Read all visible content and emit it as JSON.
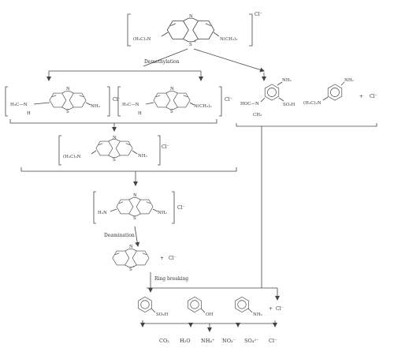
{
  "diagram": {
    "methylene_blue": {
      "left_group": "(H₃C)₂N",
      "right_group": "N(CH₃)₂",
      "ring_N": "N",
      "ring_S": "S",
      "plus": "+",
      "counterion": "Cl⁻"
    },
    "steps": {
      "demethylation": "Demethylation",
      "deamination": "Deamination",
      "ring_breaking": "Ring breaking"
    },
    "demethyl_a": {
      "left_group": "H₃C—N",
      "left_h": "H",
      "right_group": "NH₂",
      "ring_N": "N",
      "ring_S": "S",
      "counterion": "Cl⁻"
    },
    "demethyl_b": {
      "left_group": "H₃C—N",
      "left_h": "H",
      "right_group": "N(CH₃)₂",
      "ring_N": "N",
      "ring_S": "S",
      "counterion": "Cl⁻"
    },
    "cleavage": {
      "acid_nh2": "NH₂",
      "acid_so3h": "SO₃H",
      "amide": "HOC—N",
      "amide_ch3": "CH₃",
      "aniline_nh2": "NH₂",
      "dimethyl": "(H₃C)₂N",
      "plus": "+",
      "counterion": "Cl⁻"
    },
    "azure_c": {
      "left_group": "(H₃C)₂N",
      "right_group": "NH₂",
      "ring_N": "N",
      "ring_S": "S",
      "counterion": "Cl⁻"
    },
    "thionine": {
      "left_group": "H₂N",
      "right_group": "NH₂",
      "ring_N": "N",
      "ring_S": "S",
      "counterion": "Cl⁻"
    },
    "phenothiazine": {
      "ring_N": "N",
      "ring_S": "S",
      "plus": "+",
      "counterion": "Cl⁻"
    },
    "aromatics": {
      "so3h": "SO₃H",
      "oh": "OH",
      "nh2": "NH₂",
      "plus": "+",
      "counterion": "Cl⁻"
    },
    "final_products": [
      "CO₂",
      "H₂O",
      "NH₄⁺",
      "NO₃⁻",
      "SO₄²⁻",
      "Cl⁻"
    ]
  }
}
